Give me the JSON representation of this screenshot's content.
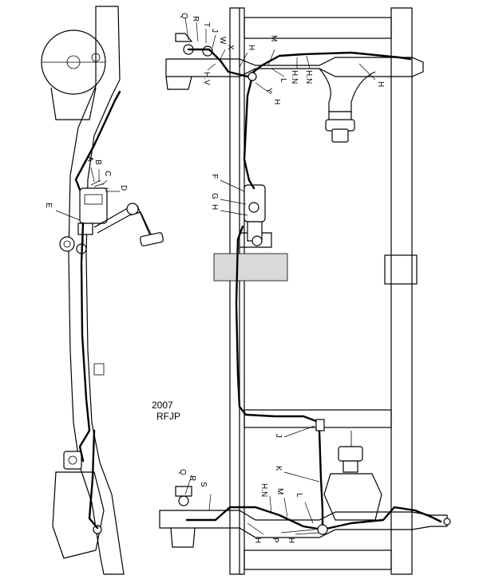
{
  "stamp": {
    "year": "2007",
    "maker": "RFJP"
  },
  "callouts": {
    "Q1": "Q",
    "R1": "R",
    "T": "T",
    "J1": "J",
    "W": "W",
    "X": "X",
    "H1": "H",
    "M1": "M",
    "HV": "H.V",
    "L1": "L",
    "Y": "Y",
    "H2": "H",
    "HN1": "H.N",
    "HN2": "H.N",
    "H3": "H",
    "A": "A",
    "B": "B",
    "C": "C",
    "D": "D",
    "E": "E",
    "F": "F",
    "G": "G",
    "H4": "H",
    "J2": "J",
    "K": "K",
    "Q2": "Q",
    "R2": "R",
    "S": "S",
    "HN3": "H.N",
    "M2": "M",
    "L2": "L",
    "H5": "H",
    "P": "P",
    "H6": "H"
  }
}
